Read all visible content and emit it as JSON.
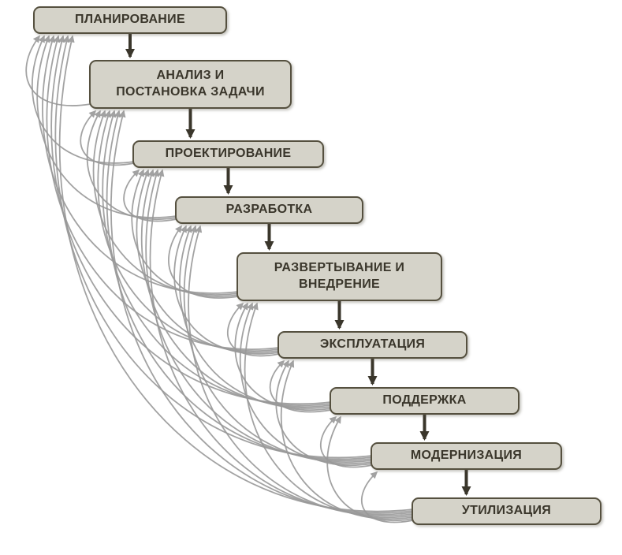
{
  "diagram": {
    "type": "flowchart",
    "title": "",
    "nodes": [
      {
        "id": "planning",
        "label": "ПЛАНИРОВАНИЕ"
      },
      {
        "id": "analysis",
        "label": "АНАЛИЗ И\nПОСТАНОВКА ЗАДАЧИ"
      },
      {
        "id": "design",
        "label": "ПРОЕКТИРОВАНИЕ"
      },
      {
        "id": "development",
        "label": "РАЗРАБОТКА"
      },
      {
        "id": "deployment",
        "label": "РАЗВЕРТЫВАНИЕ И\nВНЕДРЕНИЕ"
      },
      {
        "id": "operation",
        "label": "ЭКСПЛУАТАЦИЯ"
      },
      {
        "id": "support",
        "label": "ПОДДЕРЖКА"
      },
      {
        "id": "modernization",
        "label": "МОДЕРНИЗАЦИЯ"
      },
      {
        "id": "disposal",
        "label": "УТИЛИЗАЦИЯ"
      }
    ],
    "sequential_edges": [
      [
        0,
        1
      ],
      [
        1,
        2
      ],
      [
        2,
        3
      ],
      [
        3,
        4
      ],
      [
        4,
        5
      ],
      [
        5,
        6
      ],
      [
        6,
        7
      ],
      [
        7,
        8
      ]
    ],
    "feedback_edges_rule": "every later stage has a curved gray return arrow to every earlier stage",
    "colors": {
      "background": "#ffffff",
      "node_fill": "#d5d3c9",
      "node_border": "#55503f",
      "node_text": "#3a362b",
      "sequential_arrow": "#3a362b",
      "feedback_arrow": "#999999"
    }
  }
}
